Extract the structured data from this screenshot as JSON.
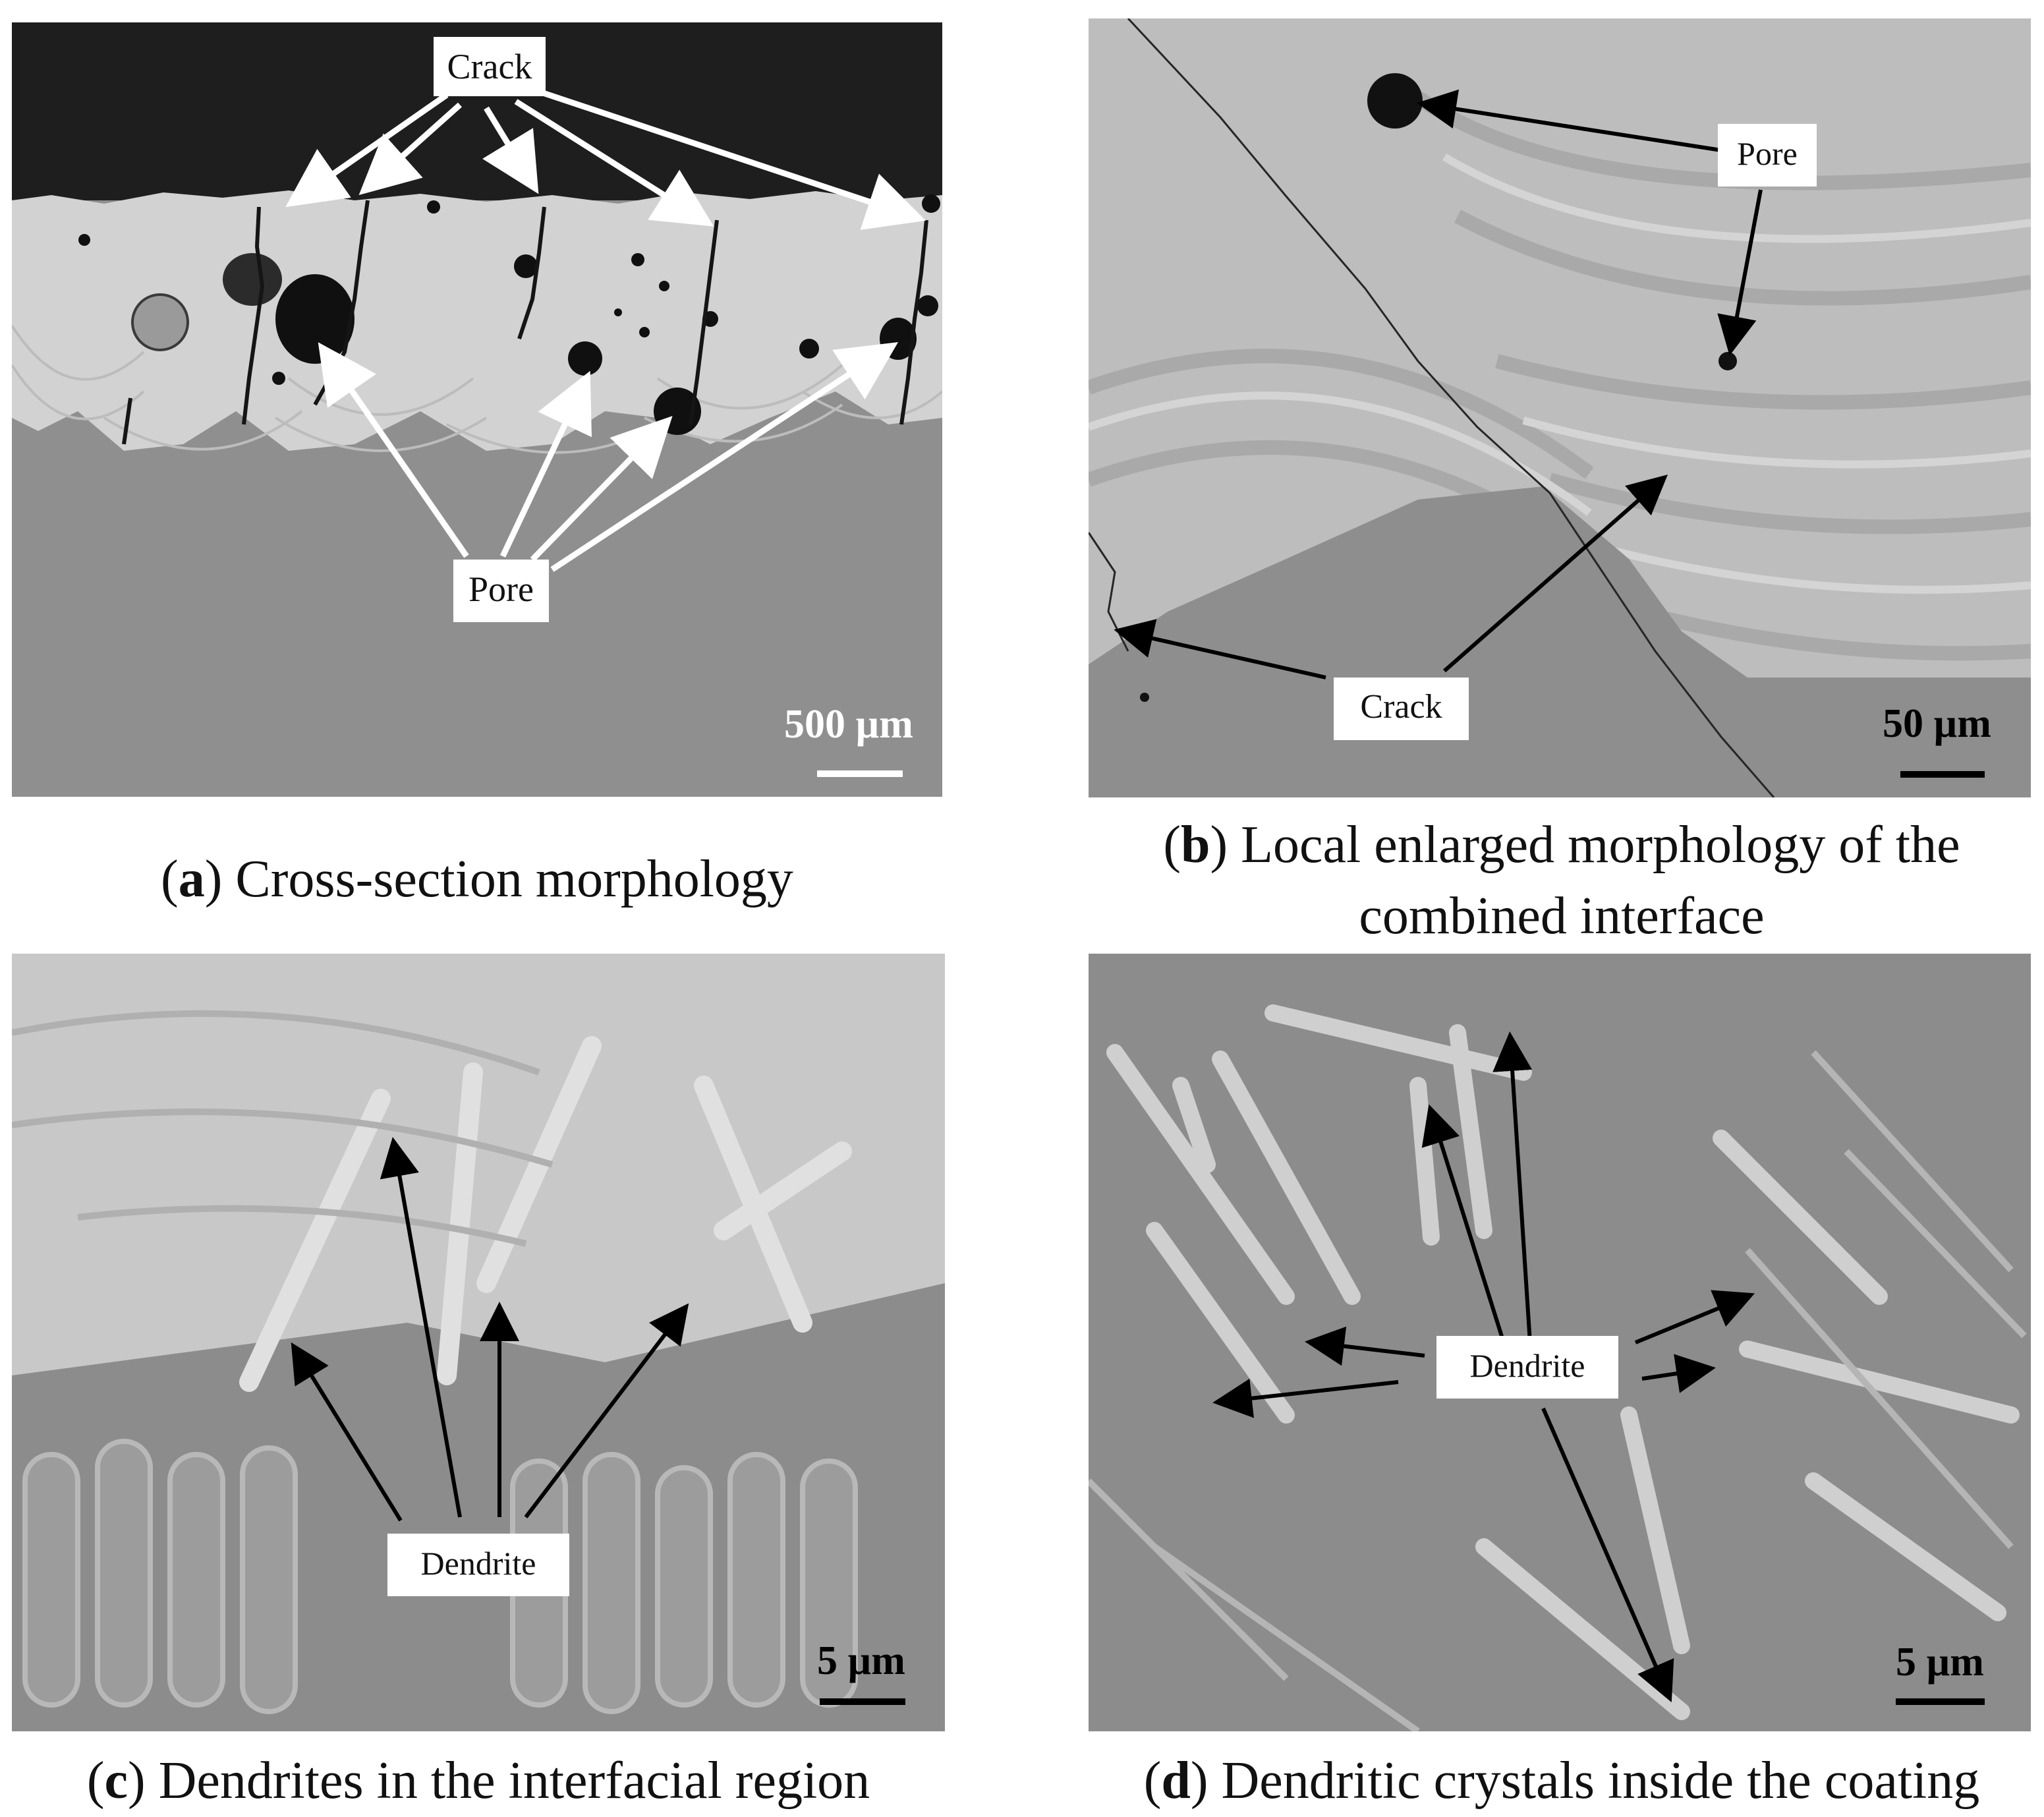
{
  "panels": {
    "a": {
      "letter": "a",
      "caption": "Cross-section morphology",
      "labels": {
        "crack": "Crack",
        "pore": "Pore"
      },
      "scale": "500 µm"
    },
    "b": {
      "letter": "b",
      "caption_line1": "Local enlarged morphology of the",
      "caption_line2": "combined interface",
      "labels": {
        "pore": "Pore",
        "crack": "Crack"
      },
      "scale": "50 µm"
    },
    "c": {
      "letter": "c",
      "caption": "Dendrites in the interfacial region",
      "labels": {
        "dendrite": "Dendrite"
      },
      "scale": "5 µm"
    },
    "d": {
      "letter": "d",
      "caption": "Dendritic crystals inside the coating",
      "labels": {
        "dendrite": "Dendrite"
      },
      "scale": "5 µm"
    }
  },
  "colors": {
    "panel_a_mount": "#1e1e1e",
    "panel_a_coating": "#d2d2d2",
    "panel_a_substrate": "#8f8f8f",
    "panel_b_coating": "#bdbdbd",
    "panel_b_substrate": "#8e8e8e",
    "panel_cd_matrix": "#8c8c8c",
    "dendrite": "#cfcfcf",
    "arrow_light": "#ffffff",
    "arrow_dark": "#000000"
  }
}
